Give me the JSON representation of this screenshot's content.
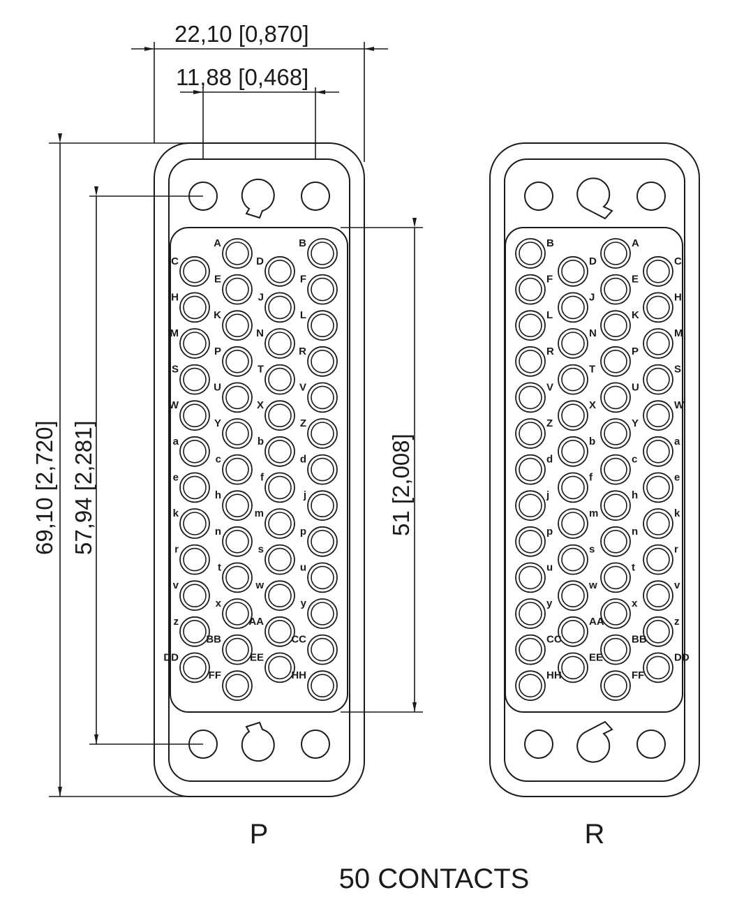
{
  "dimensions": {
    "width_outer": "22,10",
    "width_outer_in": "0,870",
    "pitch_holes": "11,88",
    "pitch_holes_in": "0,468",
    "height_outer": "69,10",
    "height_outer_in": "2,720",
    "height_holes": "57,94",
    "height_holes_in": "2,281",
    "height_insert": "51",
    "height_insert_in": "2,008"
  },
  "view_p": {
    "name": "P",
    "contacts": [
      {
        "label": "A",
        "col": 1,
        "row": 0
      },
      {
        "label": "B",
        "col": 3,
        "row": 0
      },
      {
        "label": "C",
        "col": 0,
        "row": 1
      },
      {
        "label": "D",
        "col": 2,
        "row": 1
      },
      {
        "label": "E",
        "col": 1,
        "row": 2
      },
      {
        "label": "F",
        "col": 3,
        "row": 2
      },
      {
        "label": "H",
        "col": 0,
        "row": 3
      },
      {
        "label": "J",
        "col": 2,
        "row": 3
      },
      {
        "label": "K",
        "col": 1,
        "row": 4
      },
      {
        "label": "L",
        "col": 3,
        "row": 4
      },
      {
        "label": "M",
        "col": 0,
        "row": 5
      },
      {
        "label": "N",
        "col": 2,
        "row": 5
      },
      {
        "label": "P",
        "col": 1,
        "row": 6
      },
      {
        "label": "R",
        "col": 3,
        "row": 6
      },
      {
        "label": "S",
        "col": 0,
        "row": 7
      },
      {
        "label": "T",
        "col": 2,
        "row": 7
      },
      {
        "label": "U",
        "col": 1,
        "row": 8
      },
      {
        "label": "V",
        "col": 3,
        "row": 8
      },
      {
        "label": "W",
        "col": 0,
        "row": 9
      },
      {
        "label": "X",
        "col": 2,
        "row": 9
      },
      {
        "label": "Y",
        "col": 1,
        "row": 10
      },
      {
        "label": "Z",
        "col": 3,
        "row": 10
      },
      {
        "label": "a",
        "col": 0,
        "row": 11
      },
      {
        "label": "b",
        "col": 2,
        "row": 11
      },
      {
        "label": "c",
        "col": 1,
        "row": 12
      },
      {
        "label": "d",
        "col": 3,
        "row": 12
      },
      {
        "label": "e",
        "col": 0,
        "row": 13
      },
      {
        "label": "f",
        "col": 2,
        "row": 13
      },
      {
        "label": "h",
        "col": 1,
        "row": 14
      },
      {
        "label": "j",
        "col": 3,
        "row": 14
      },
      {
        "label": "k",
        "col": 0,
        "row": 15
      },
      {
        "label": "m",
        "col": 2,
        "row": 15
      },
      {
        "label": "n",
        "col": 1,
        "row": 16
      },
      {
        "label": "p",
        "col": 3,
        "row": 16
      },
      {
        "label": "r",
        "col": 0,
        "row": 17
      },
      {
        "label": "s",
        "col": 2,
        "row": 17
      },
      {
        "label": "t",
        "col": 1,
        "row": 18
      },
      {
        "label": "u",
        "col": 3,
        "row": 18
      },
      {
        "label": "v",
        "col": 0,
        "row": 19
      },
      {
        "label": "w",
        "col": 2,
        "row": 19
      },
      {
        "label": "x",
        "col": 1,
        "row": 20
      },
      {
        "label": "y",
        "col": 3,
        "row": 20
      },
      {
        "label": "z",
        "col": 0,
        "row": 21
      },
      {
        "label": "AA",
        "col": 2,
        "row": 21
      },
      {
        "label": "BB",
        "col": 1,
        "row": 22
      },
      {
        "label": "CC",
        "col": 3,
        "row": 22
      },
      {
        "label": "DD",
        "col": 0,
        "row": 23
      },
      {
        "label": "EE",
        "col": 2,
        "row": 23
      },
      {
        "label": "FF",
        "col": 1,
        "row": 24
      },
      {
        "label": "HH",
        "col": 3,
        "row": 24
      }
    ]
  },
  "view_r": {
    "name": "R",
    "contacts": [
      {
        "label": "A",
        "col": 2,
        "row": 0
      },
      {
        "label": "B",
        "col": 0,
        "row": 0
      },
      {
        "label": "C",
        "col": 3,
        "row": 1
      },
      {
        "label": "D",
        "col": 1,
        "row": 1
      },
      {
        "label": "E",
        "col": 2,
        "row": 2
      },
      {
        "label": "F",
        "col": 0,
        "row": 2
      },
      {
        "label": "H",
        "col": 3,
        "row": 3
      },
      {
        "label": "J",
        "col": 1,
        "row": 3
      },
      {
        "label": "K",
        "col": 2,
        "row": 4
      },
      {
        "label": "L",
        "col": 0,
        "row": 4
      },
      {
        "label": "M",
        "col": 3,
        "row": 5
      },
      {
        "label": "N",
        "col": 1,
        "row": 5
      },
      {
        "label": "P",
        "col": 2,
        "row": 6
      },
      {
        "label": "R",
        "col": 0,
        "row": 6
      },
      {
        "label": "S",
        "col": 3,
        "row": 7
      },
      {
        "label": "T",
        "col": 1,
        "row": 7
      },
      {
        "label": "U",
        "col": 2,
        "row": 8
      },
      {
        "label": "V",
        "col": 0,
        "row": 8
      },
      {
        "label": "W",
        "col": 3,
        "row": 9
      },
      {
        "label": "X",
        "col": 1,
        "row": 9
      },
      {
        "label": "Y",
        "col": 2,
        "row": 10
      },
      {
        "label": "Z",
        "col": 0,
        "row": 10
      },
      {
        "label": "a",
        "col": 3,
        "row": 11
      },
      {
        "label": "b",
        "col": 1,
        "row": 11
      },
      {
        "label": "c",
        "col": 2,
        "row": 12
      },
      {
        "label": "d",
        "col": 0,
        "row": 12
      },
      {
        "label": "e",
        "col": 3,
        "row": 13
      },
      {
        "label": "f",
        "col": 1,
        "row": 13
      },
      {
        "label": "h",
        "col": 2,
        "row": 14
      },
      {
        "label": "j",
        "col": 0,
        "row": 14
      },
      {
        "label": "k",
        "col": 3,
        "row": 15
      },
      {
        "label": "m",
        "col": 1,
        "row": 15
      },
      {
        "label": "n",
        "col": 2,
        "row": 16
      },
      {
        "label": "p",
        "col": 0,
        "row": 16
      },
      {
        "label": "r",
        "col": 3,
        "row": 17
      },
      {
        "label": "s",
        "col": 1,
        "row": 17
      },
      {
        "label": "t",
        "col": 2,
        "row": 18
      },
      {
        "label": "u",
        "col": 0,
        "row": 18
      },
      {
        "label": "v",
        "col": 3,
        "row": 19
      },
      {
        "label": "w",
        "col": 1,
        "row": 19
      },
      {
        "label": "x",
        "col": 2,
        "row": 20
      },
      {
        "label": "y",
        "col": 0,
        "row": 20
      },
      {
        "label": "z",
        "col": 3,
        "row": 21
      },
      {
        "label": "AA",
        "col": 1,
        "row": 21
      },
      {
        "label": "BB",
        "col": 2,
        "row": 22
      },
      {
        "label": "CC",
        "col": 0,
        "row": 22
      },
      {
        "label": "DD",
        "col": 3,
        "row": 23
      },
      {
        "label": "EE",
        "col": 1,
        "row": 23
      },
      {
        "label": "FF",
        "col": 2,
        "row": 24
      },
      {
        "label": "HH",
        "col": 0,
        "row": 24
      }
    ]
  },
  "caption": "50 CONTACTS"
}
